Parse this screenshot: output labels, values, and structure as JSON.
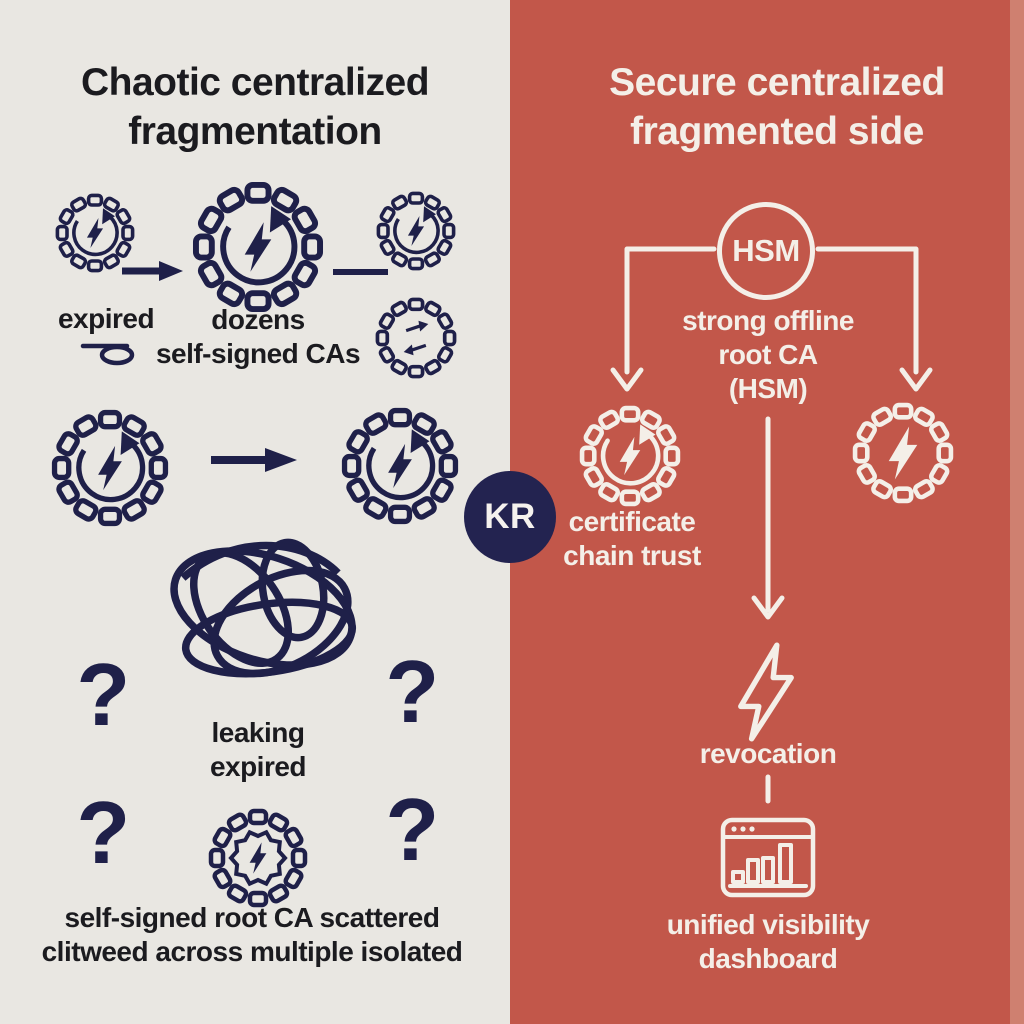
{
  "colors": {
    "left_bg": "#e9e7e2",
    "right_bg": "#c2574a",
    "right_edge": "#dba290",
    "navy": "#1f2049",
    "ink": "#1b1b1f",
    "white": "#f4efe8",
    "badge_bg": "#232350",
    "badge_text": "#f5f2ee"
  },
  "left": {
    "title": "Chaotic centralized fragmentation",
    "expired": "expired",
    "dozens": {
      "line1": "dozens",
      "line2": "self-signed CAs"
    },
    "leaking": {
      "line1": "leaking",
      "line2": "expired"
    },
    "bottom": {
      "line1": "self-signed root CA scattered",
      "line2": "clitweed across multiple isolated"
    },
    "qmark": "?"
  },
  "center": {
    "badge": "KR"
  },
  "right": {
    "title": "Secure centralized fragmented side",
    "hsm": "HSM",
    "root": {
      "line1": "strong offline",
      "line2": "root CA",
      "line3": "(HSM)"
    },
    "cert": {
      "line1": "certificate",
      "line2": "chain trust"
    },
    "revocation": "revocation",
    "dashboard": {
      "line1": "unified visibility",
      "line2": "dashboard"
    }
  },
  "icons": {
    "ca-chain-ring-icon": "chain-link ring around lightning bolt with refresh arc",
    "chain-ring-bolt-icon": "chain-link ring around lightning bolt",
    "chain-ring-sync-icon": "chain-link ring with inner sync arrows",
    "seal-chain-ring-icon": "chain-link ring around certificate seal with bolt",
    "tangle-icon": "tangled knot of lines",
    "arrow-right-icon": "solid right arrow",
    "arrow-down-icon": "thin down arrow",
    "expired-key-icon": "fallen key under expired label",
    "hsm-circle": "outlined circle labeled HSM",
    "revocation-bolt-icon": "outlined lightning bolt",
    "dashboard-icon": "browser window with ascending bar chart"
  }
}
